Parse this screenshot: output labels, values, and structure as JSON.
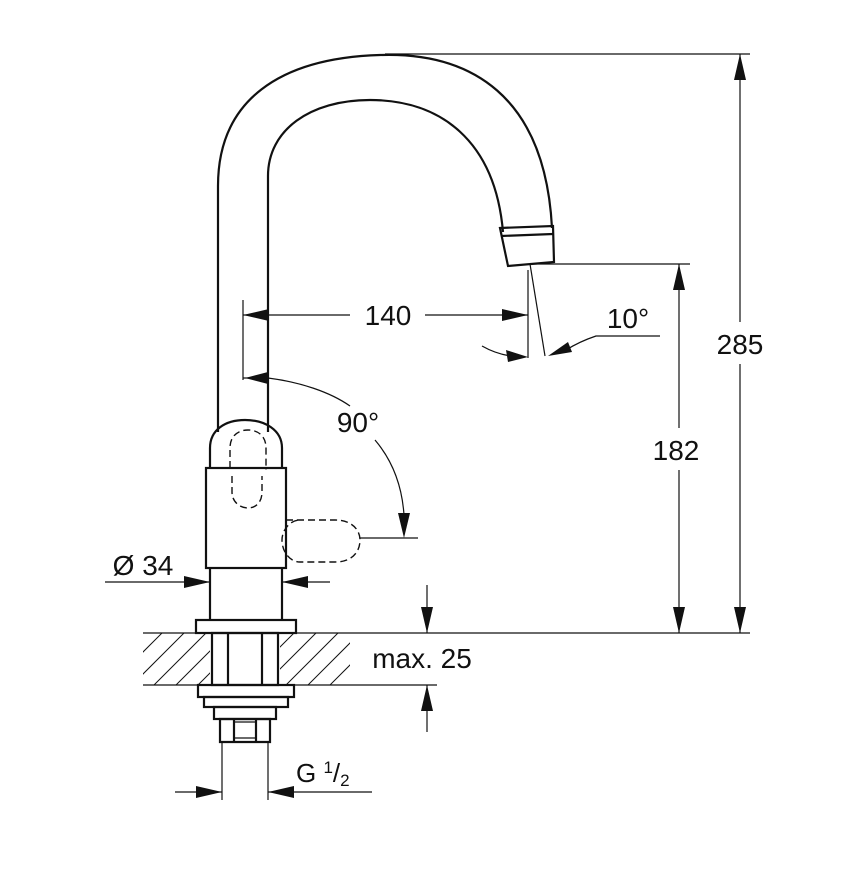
{
  "colors": {
    "line": "#111111",
    "background": "#ffffff"
  },
  "dimensions": {
    "total_height": "285",
    "spout_height": "182",
    "spout_reach": "140",
    "spout_angle": "10°",
    "swivel_angle": "90°",
    "base_diameter": "Ø 34",
    "max_thickness": "max. 25",
    "thread_main": "G ",
    "thread_num": "1",
    "thread_sep": "/",
    "thread_den": "2"
  }
}
